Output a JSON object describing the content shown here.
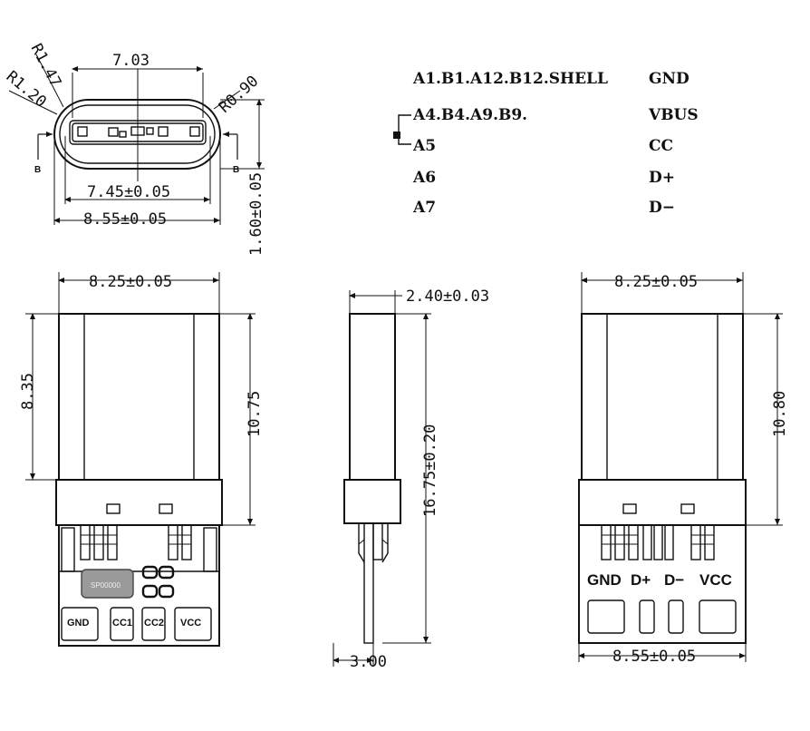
{
  "top_view": {
    "width_label": "7.03",
    "radius_outer": "R1.47",
    "radius_inner": "R1.20",
    "radius_right": "R0.90",
    "inner_width": "7.45±0.05",
    "outer_width": "8.55±0.05",
    "height_label": "1.60±0.05",
    "section_left": "B",
    "section_right": "B"
  },
  "pin_table": {
    "rows": [
      {
        "pins": "A1.B1.A12.B12.SHELL",
        "signal": "GND"
      },
      {
        "pins": "A4.B4.A9.B9.",
        "signal": "VBUS"
      },
      {
        "pins": "A5",
        "signal": "CC"
      },
      {
        "pins": "A6",
        "signal": "D+"
      },
      {
        "pins": "A7",
        "signal": "D−"
      }
    ]
  },
  "front_view": {
    "width_label": "8.25±0.05",
    "left_height": "8.35",
    "right_height": "10.75",
    "chip_label": "SP00000",
    "pads": [
      "GND",
      "CC1",
      "CC2",
      "VCC"
    ]
  },
  "side_view": {
    "thickness_label": "2.40±0.03",
    "length_label": "16.75±0.20",
    "bottom_label": "3.00"
  },
  "back_view": {
    "width_label": "8.25±0.05",
    "height_label": "10.80",
    "bottom_width": "8.55±0.05",
    "pads": [
      "GND",
      "D+",
      "D−",
      "VCC"
    ]
  }
}
